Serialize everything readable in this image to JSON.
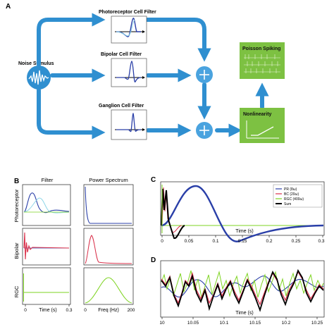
{
  "panel_a": {
    "letter": "A",
    "noise_label": "Noise Stimulus",
    "photoreceptor_label": "Photoreceptor Cell Filter",
    "bipolar_label": "Bipolar Cell Filter",
    "ganglion_label": "Ganglion Cell Filter",
    "poisson_label": "Poisson Spiking",
    "nonlinearity_label": "Nonlinearity"
  },
  "panel_b": {
    "letter": "B",
    "col1_title": "Filter",
    "col2_title": "Power Spectrum",
    "row_labels": [
      "Photoreceptor",
      "Bipolar",
      "RGC"
    ],
    "filter_xlabel": "Time (s)",
    "filter_ticks": [
      "0",
      "0.3"
    ],
    "spectrum_xlabel": "Freq (Hz)",
    "spectrum_ticks": [
      "0",
      "200"
    ]
  },
  "panel_c": {
    "letter": "C",
    "xlabel": "Time (s)",
    "xticks": [
      "0",
      "0.05",
      "0.1",
      "0.15",
      "0.2",
      "0.25",
      "0.3"
    ],
    "legend": [
      "PR (8ω)",
      "BC (20ω)",
      "RGC (400ω)",
      "Sum"
    ]
  },
  "panel_d": {
    "letter": "D",
    "xlabel": "Time (s)",
    "xticks": [
      "10",
      "10.05",
      "10.1",
      "10.15",
      "10.2",
      "10.25"
    ]
  },
  "colors": {
    "arrow": "#2f8fd0",
    "sum_node": "#4aa3df",
    "box_green": "#7dc142",
    "photoreceptor": "#2a3fa8",
    "photoreceptor_light": "#8fd6e8",
    "bipolar": "#d9304a",
    "rgc": "#7ed321",
    "sum": "#000000"
  }
}
